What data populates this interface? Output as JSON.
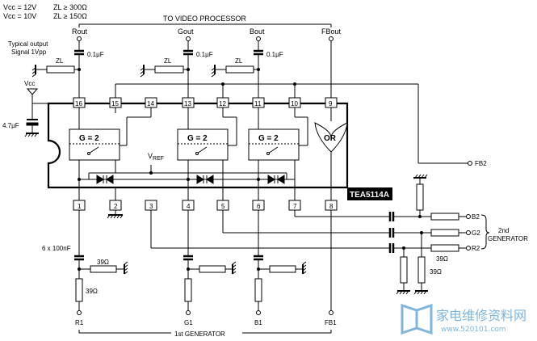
{
  "header": {
    "vcc12": "Vcc = 12V",
    "vcc10": "Vcc = 10V",
    "zl300": "ZL ≥ 300Ω",
    "zl150": "ZL ≥ 150Ω",
    "to_video": "TO VIDEO PROCESSOR"
  },
  "outputs": {
    "rout": "Rout",
    "gout": "Gout",
    "bout": "Bout",
    "fbout": "FBout"
  },
  "typical": {
    "line1": "Typical output",
    "line2": "Signal 1Vpp"
  },
  "components": {
    "cap_out": "0.1μF",
    "zl": "ZL",
    "vcc": "Vcc",
    "cap_vcc": "4.7μF",
    "caps_in": "6 x 100nF",
    "r39": "39Ω",
    "vref_v": "V",
    "vref_sub": "REF"
  },
  "chip": {
    "name": "TEA5114A",
    "gain": "G = 2",
    "or_gate": "OR",
    "pins_top": [
      "16",
      "15",
      "14",
      "13",
      "12",
      "11",
      "10",
      "9"
    ],
    "pins_bottom": [
      "1",
      "2",
      "3",
      "4",
      "5",
      "6",
      "7",
      "8"
    ]
  },
  "inputs": {
    "r1": "R1",
    "g1": "G1",
    "b1": "B1",
    "fb1": "FB1",
    "first_gen": "1st GENERATOR"
  },
  "second": {
    "fb2": "FB2",
    "b2": "B2",
    "g2": "G2",
    "r2": "R2",
    "gen_line1": "2nd",
    "gen_line2": "GENERATOR"
  },
  "watermark": {
    "cn": "家电维修资料网",
    "url": "www.520101.com"
  }
}
